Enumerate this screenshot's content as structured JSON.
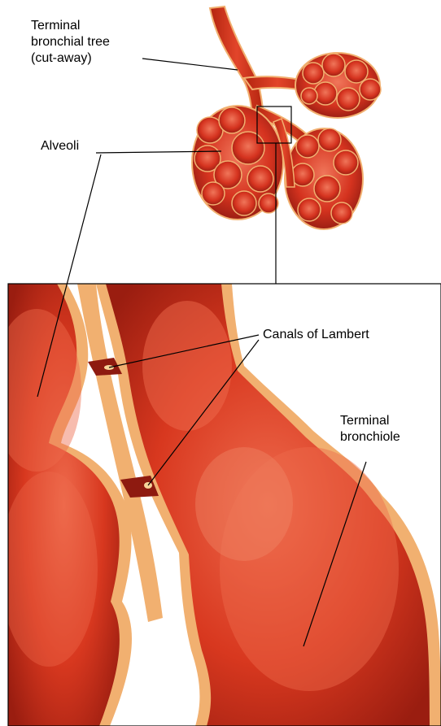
{
  "labels": {
    "terminal_bronchial_tree": "Terminal\nbronchial tree\n(cut-away)",
    "alveoli": "Alveoli",
    "canals_of_lambert": "Canals of Lambert",
    "terminal_bronchiole": "Terminal\nbronchiole"
  },
  "colors": {
    "tissue_dark": "#8e1a10",
    "tissue_mid": "#d5331f",
    "tissue_light": "#f0765a",
    "wall": "#f1b070",
    "leader_line": "#000000"
  }
}
